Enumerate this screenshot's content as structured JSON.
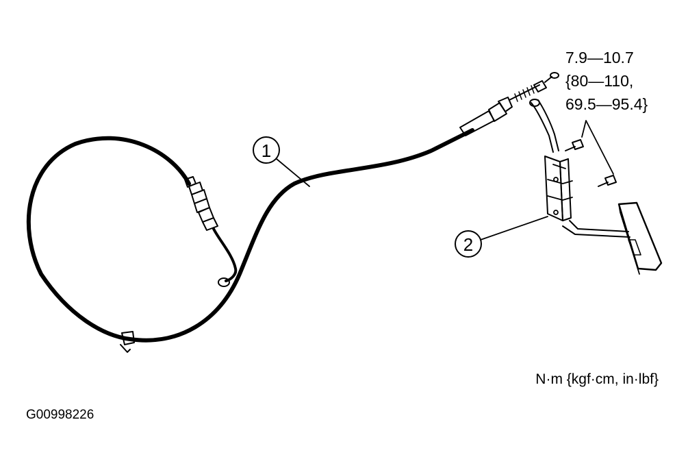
{
  "torque_spec": {
    "line1": "7.9—10.7",
    "line2": "{80—110,",
    "line3": "69.5—95.4}"
  },
  "units": "N·m {kgf·cm, in·lbf}",
  "figure_code": "G00998226",
  "callouts": [
    {
      "number": "1",
      "part": "accelerator-cable"
    },
    {
      "number": "2",
      "part": "accelerator-pedal-bracket"
    }
  ],
  "colors": {
    "line": "#000000",
    "background": "#ffffff"
  }
}
